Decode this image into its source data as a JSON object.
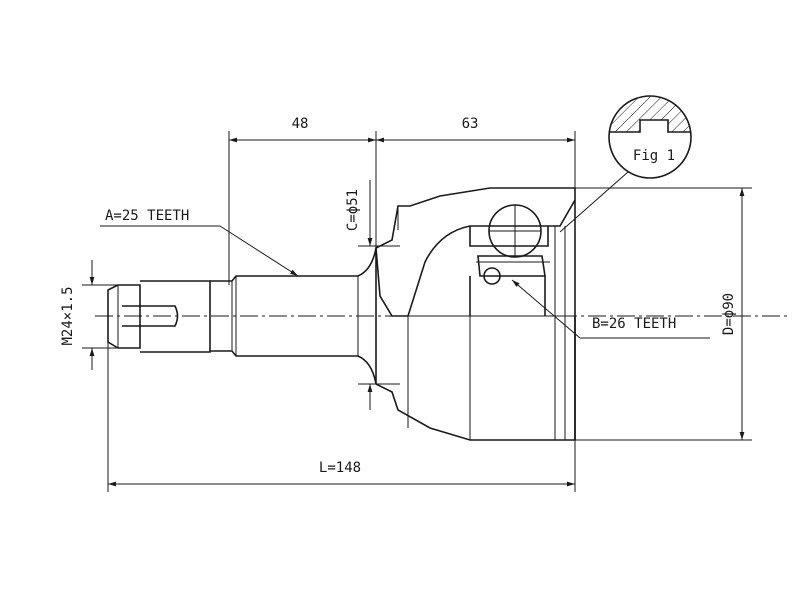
{
  "labels": {
    "dim_48": "48",
    "dim_63": "63",
    "dim_c": "C=ϕ51",
    "dim_a": "A=25 TEETH",
    "dim_m": "M24×1.5",
    "dim_b": "B=26 TEETH",
    "dim_d": "D=ϕ90",
    "dim_l": "L=148",
    "fig": "Fig 1"
  },
  "colors": {
    "line": "#1a1a1a",
    "background": "#ffffff"
  }
}
